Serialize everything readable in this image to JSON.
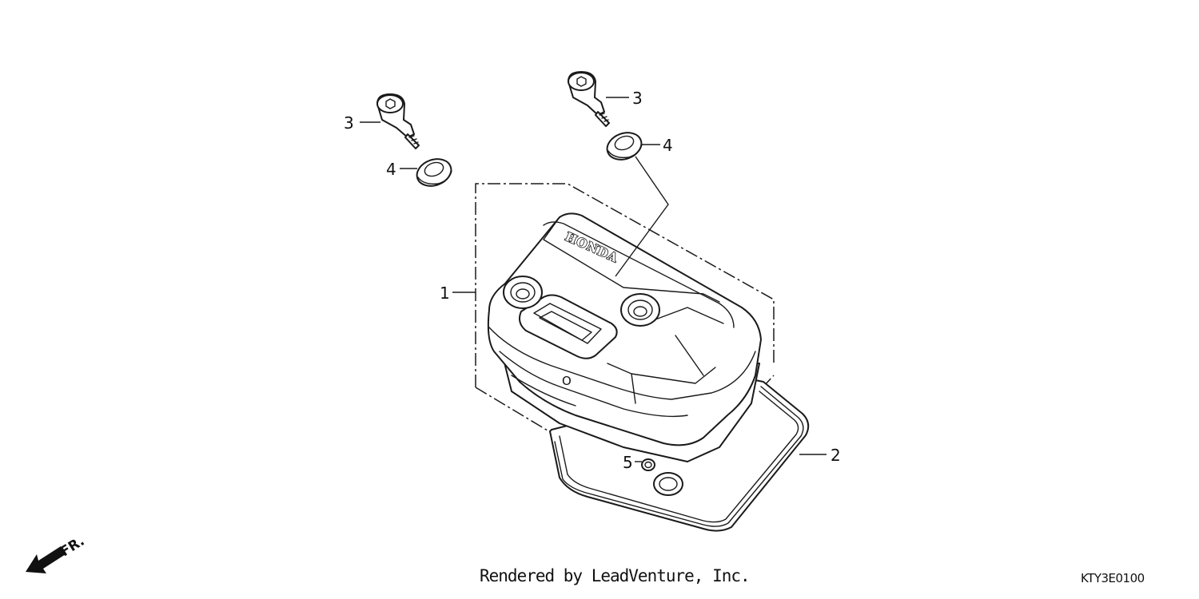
{
  "diagram": {
    "callouts": [
      {
        "id": "left-bolt",
        "label": "3"
      },
      {
        "id": "left-grommet",
        "label": "4"
      },
      {
        "id": "right-bolt",
        "label": "3"
      },
      {
        "id": "right-grommet",
        "label": "4"
      },
      {
        "id": "cover",
        "label": "1"
      },
      {
        "id": "gasket",
        "label": "2"
      },
      {
        "id": "plug",
        "label": "5"
      }
    ],
    "brand_text": "HONDA",
    "cast_mark": "O",
    "direction_label": "FR.",
    "credit": "Rendered by LeadVenture, Inc.",
    "part_code": "KTY3E0100"
  }
}
